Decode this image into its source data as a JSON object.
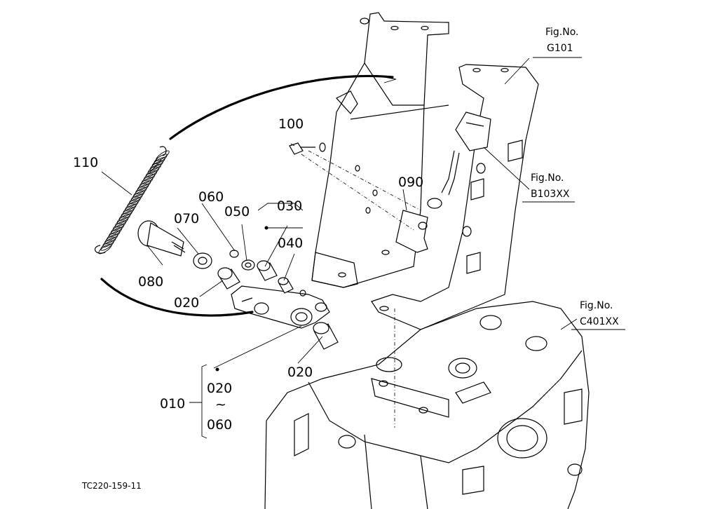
{
  "diagram": {
    "code": "TC220-159-11",
    "parts": {
      "p010": "010",
      "p020a": "020",
      "p020b": "020",
      "p020c": "020",
      "p030": "030",
      "p040": "040",
      "p050": "050",
      "p060a": "060",
      "p060b": "060",
      "p070": "070",
      "p080": "080",
      "p090": "090",
      "p100": "100",
      "p110": "110",
      "tilde": "~"
    },
    "figs": {
      "g101": {
        "label": "Fig.No.",
        "code": "G101"
      },
      "b103": {
        "label": "Fig.No.",
        "code": "B103XX"
      },
      "c401": {
        "label": "Fig.No.",
        "code": "C401XX"
      }
    }
  }
}
